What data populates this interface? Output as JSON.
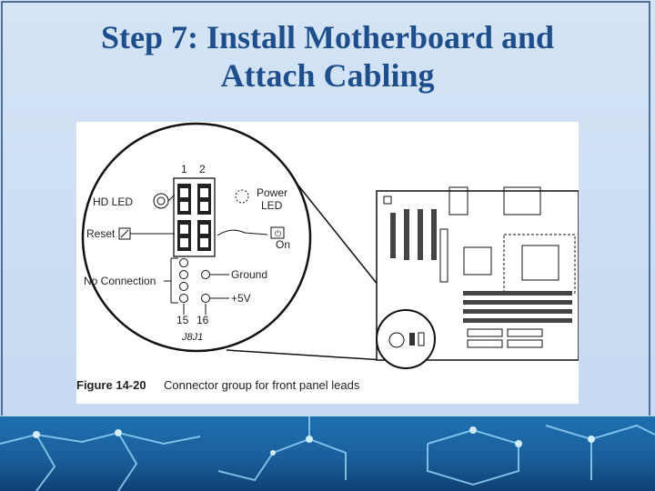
{
  "slide": {
    "title_line1": "Step 7: Install Motherboard and",
    "title_line2": "Attach Cabling"
  },
  "figure": {
    "pin_numbers": {
      "top_left": "1",
      "top_right": "2",
      "bottom_left": "15",
      "bottom_right": "16"
    },
    "labels": {
      "hd_led": "HD LED",
      "reset": "Reset",
      "no_connection": "No Connection",
      "power_led_line1": "Power",
      "power_led_line2": "LED",
      "on": "On",
      "ground": "Ground",
      "plus5v": "+5V",
      "jumper": "J8J1"
    },
    "caption_number": "Figure 14-20",
    "caption_text": "Connector group for front panel leads"
  },
  "colors": {
    "title": "#1f4e8c",
    "background": "#c7dcf2",
    "footer": "#1b5f9c"
  }
}
